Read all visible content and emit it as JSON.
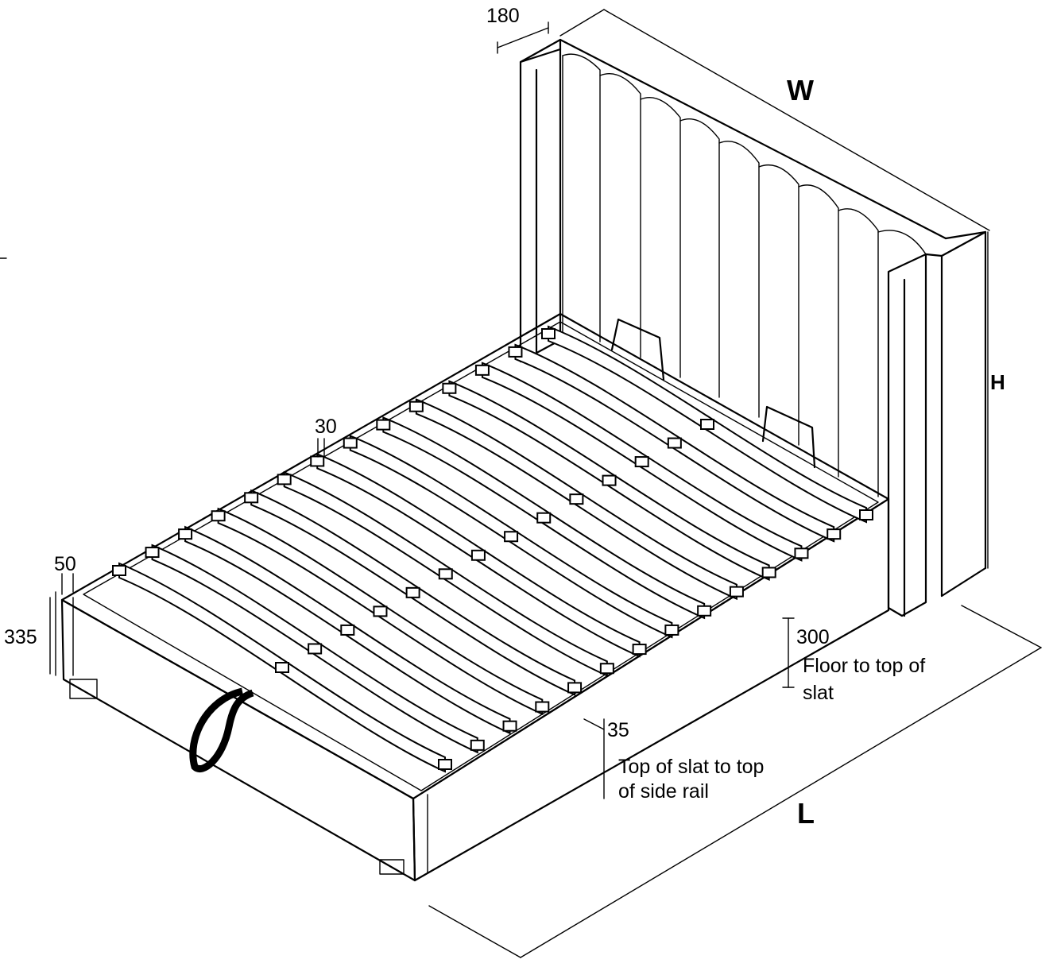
{
  "dimensions": {
    "headboard_depth": "180",
    "width_label": "W",
    "height_label": "H",
    "length_label": "L",
    "slat_support": "30",
    "side_rail_width": "50",
    "base_height": "335",
    "floor_to_slat": "300",
    "floor_to_slat_caption_1": "Floor to top of",
    "floor_to_slat_caption_2": "slat",
    "slat_to_rail": "35",
    "slat_to_rail_caption_1": "Top of slat to top",
    "slat_to_rail_caption_2": "of side rail"
  },
  "slat_count": 14
}
